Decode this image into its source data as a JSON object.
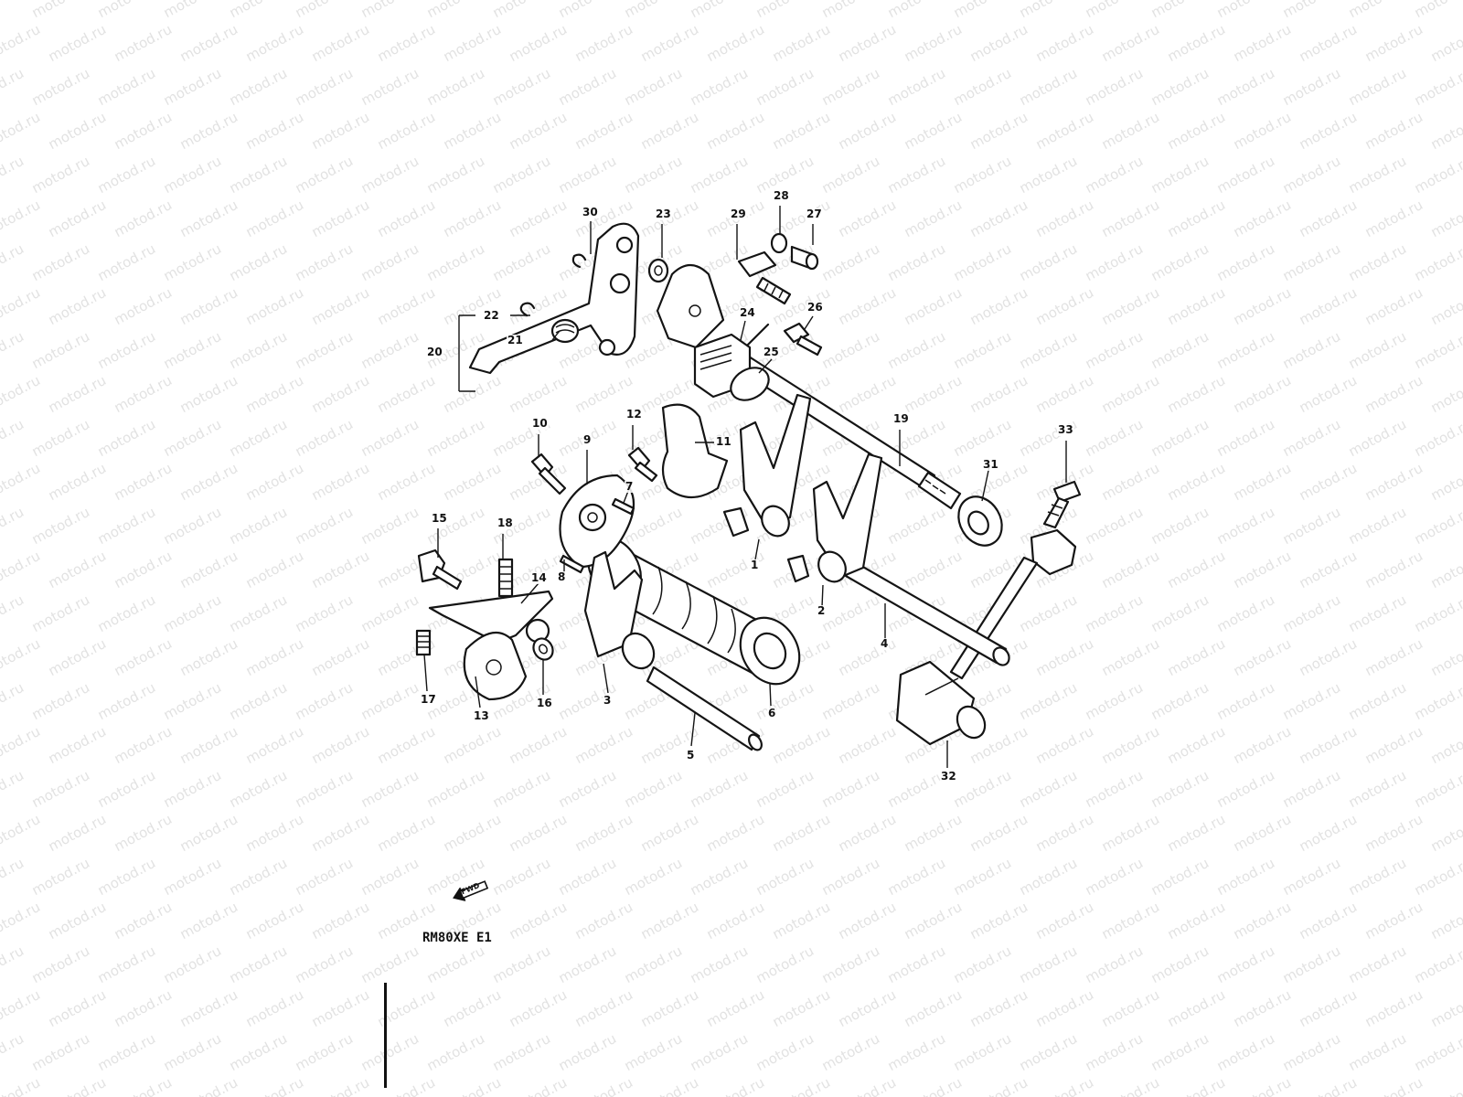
{
  "watermark": "motod.ru",
  "model_code": "RM80XE E1",
  "direction_tag": "FWD",
  "parts": [
    "1",
    "2",
    "3",
    "4",
    "5",
    "6",
    "7",
    "8",
    "9",
    "10",
    "11",
    "12",
    "13",
    "14",
    "15",
    "16",
    "17",
    "18",
    "19",
    "20",
    "21",
    "22",
    "23",
    "24",
    "25",
    "26",
    "27",
    "28",
    "29",
    "30",
    "31",
    "32",
    "33"
  ]
}
